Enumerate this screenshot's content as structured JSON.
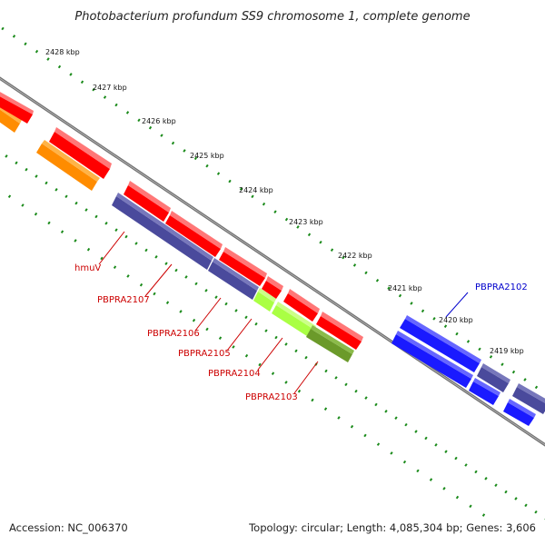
{
  "title": "Photobacterium profundum SS9 chromosome 1, complete genome",
  "footer": {
    "accession": "Accession: NC_006370",
    "topology": "Topology: circular; Length: 4,085,304 bp; Genes: 3,606"
  },
  "scale_labels": [
    "2428 kbp",
    "2427 kbp",
    "2426 kbp",
    "2425 kbp",
    "2424 kbp",
    "2423 kbp",
    "2422 kbp",
    "2421 kbp",
    "2420 kbp",
    "2419 kbp"
  ],
  "gene_labels": [
    "hmuV",
    "PBPRA2107",
    "PBPRA2106",
    "PBPRA2105",
    "PBPRA2104",
    "PBPRA2103",
    "PBPRA2102"
  ],
  "colors": {
    "backbone": "#808080",
    "scale_dots": "#1a8a1a",
    "red": "#ff0000",
    "orange": "#ff8c00",
    "navy": "#4a4a9c",
    "lime": "#aaff44",
    "olive": "#6b9a2a",
    "blue": "#1a1aff",
    "label_red": "#cc0000",
    "label_blue": "#0000cc"
  }
}
